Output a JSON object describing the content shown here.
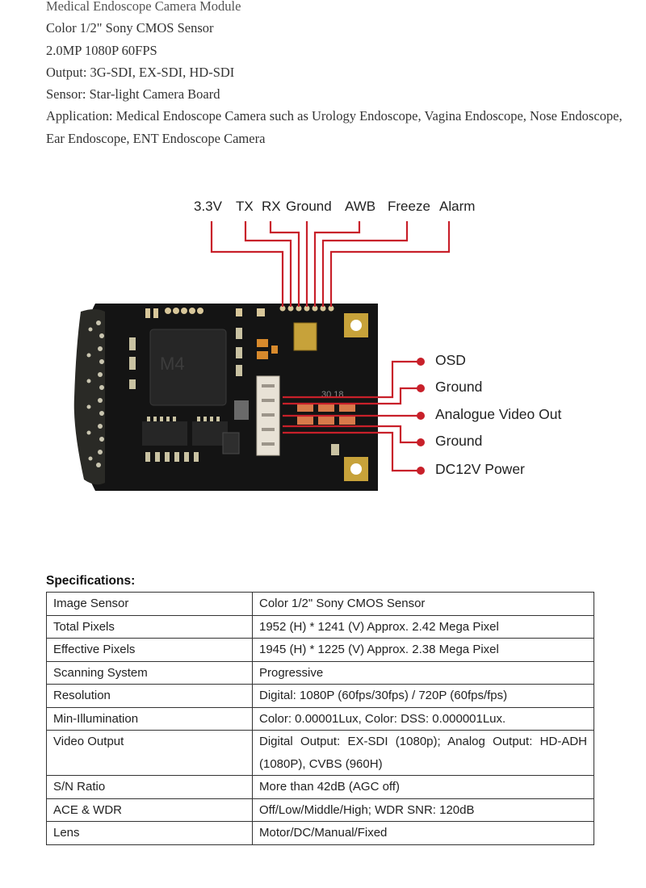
{
  "intro": {
    "cut_line": "Medical Endoscope Camera Module",
    "lines": [
      "Color 1/2\" Sony CMOS Sensor",
      "2.0MP 1080P 60FPS",
      "Output: 3G-SDI, EX-SDI, HD-SDI",
      "Sensor: Star-light Camera Board"
    ],
    "application": "Application: Medical Endoscope Camera such as Urology Endoscope, Vagina Endoscope, Nose Endoscope, Ear Endoscope, ENT Endoscope Camera"
  },
  "diagram": {
    "top_pins": [
      "3.3V",
      "TX",
      "RX",
      "Ground",
      "AWB",
      "Freeze",
      "Alarm"
    ],
    "side_pins": [
      "OSD",
      "Ground",
      "Analogue Video Out",
      "Ground",
      "DC12V Power"
    ],
    "chip_marking": "M4",
    "board_marking": "30 18"
  },
  "specs": {
    "title": "Specifications:",
    "rows": [
      {
        "label": "Image Sensor",
        "value": "Color 1/2\" Sony CMOS Sensor"
      },
      {
        "label": "Total Pixels",
        "value": "1952 (H) * 1241 (V) Approx. 2.42 Mega Pixel"
      },
      {
        "label": "Effective Pixels",
        "value": "1945 (H) * 1225 (V) Approx. 2.38 Mega Pixel"
      },
      {
        "label": "Scanning System",
        "value": "Progressive"
      },
      {
        "label": "Resolution",
        "value": "Digital: 1080P (60fps/30fps) / 720P (60fps/fps)"
      },
      {
        "label": "Min-Illumination",
        "value": "Color: 0.00001Lux, Color: DSS: 0.000001Lux."
      },
      {
        "label": "Video Output",
        "value": "Digital Output: EX-SDI (1080p); Analog Output: HD-ADH (1080P), CVBS (960H)"
      },
      {
        "label": "S/N Ratio",
        "value": "More than 42dB (AGC off)"
      },
      {
        "label": "ACE & WDR",
        "value": "Off/Low/Middle/High; WDR SNR: 120dB"
      },
      {
        "label": "Lens",
        "value": "Motor/DC/Manual/Fixed"
      }
    ]
  },
  "colors": {
    "wire": "#c8202a",
    "board": "#141414",
    "text": "#222222"
  }
}
